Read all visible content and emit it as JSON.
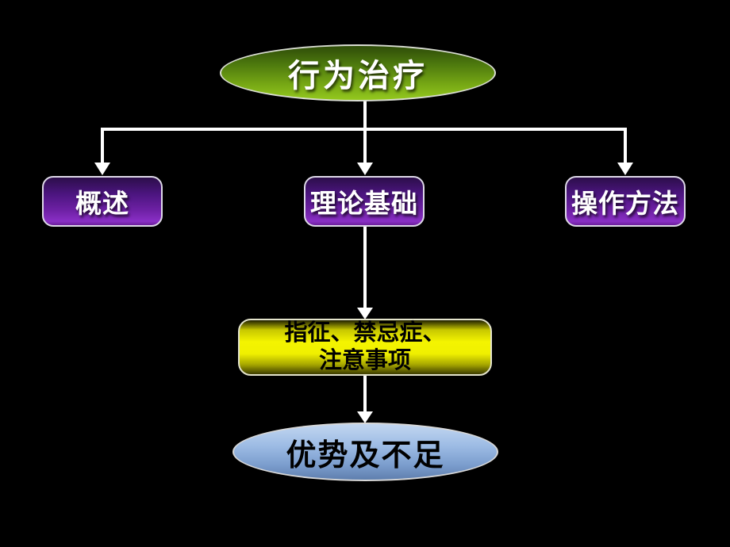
{
  "slide": {
    "background_color": "#000000",
    "connector_color": "#ffffff",
    "nodes": {
      "root": {
        "label": "行为治疗",
        "shape": "ellipse",
        "fill_top": "#2e4c08",
        "fill_bottom": "#93c81e",
        "text_color": "#ffffff"
      },
      "overview": {
        "label": "概述",
        "shape": "rounded-rect",
        "fill_top": "#2c0e4a",
        "fill_bottom": "#8a2fc6",
        "text_color": "#ffffff"
      },
      "theory": {
        "label": "理论基础",
        "shape": "rounded-rect",
        "fill_top": "#2c0e4a",
        "fill_bottom": "#8a2fc6",
        "text_color": "#ffffff"
      },
      "operation": {
        "label": "操作方法",
        "shape": "rounded-rect",
        "fill_top": "#2c0e4a",
        "fill_bottom": "#8a2fc6",
        "text_color": "#ffffff"
      },
      "indications": {
        "label_line1": "指征、禁忌症、",
        "label_line2": "注意事项",
        "shape": "rounded-rect",
        "fill_top": "#1f1f00",
        "fill_mid": "#f4f400",
        "fill_bottom": "#3c3c00",
        "text_color": "#000000"
      },
      "pros_cons": {
        "label": "优势及不足",
        "shape": "ellipse",
        "fill_top": "#c2d6f0",
        "fill_bottom": "#5f7fae",
        "text_color": "#000000"
      }
    },
    "edges": [
      {
        "from": "root",
        "to": "overview"
      },
      {
        "from": "root",
        "to": "theory"
      },
      {
        "from": "root",
        "to": "operation"
      },
      {
        "from": "theory",
        "to": "indications"
      },
      {
        "from": "indications",
        "to": "pros_cons"
      }
    ]
  }
}
